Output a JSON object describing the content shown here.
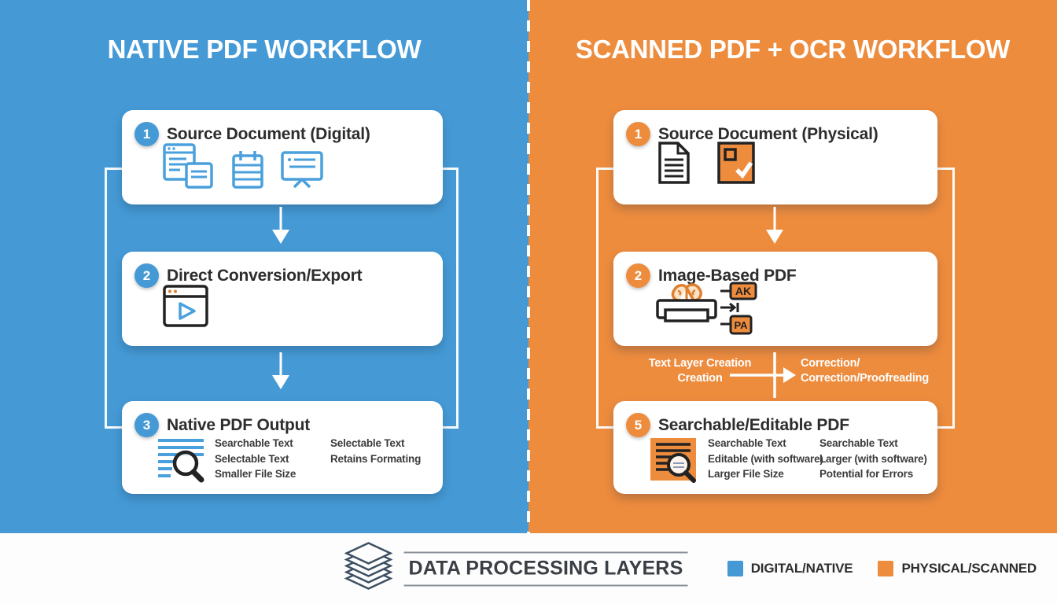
{
  "colors": {
    "blue": "#459ad6",
    "orange": "#ee8c3e"
  },
  "left": {
    "title": "NATIVE PDF WORKFLOW",
    "steps": [
      {
        "num": "1",
        "title": "Source Document (Digital)"
      },
      {
        "num": "2",
        "title": "Direct Conversion/Export"
      },
      {
        "num": "3",
        "title": "Native PDF Output",
        "features_col1": [
          "Searchable Text",
          "Selectable Text",
          "Smaller File Size"
        ],
        "features_col2": [
          "Selectable Text",
          "Retains Formating"
        ]
      }
    ]
  },
  "right": {
    "title": "SCANNED PDF + OCR WORKFLOW",
    "steps": [
      {
        "num": "1",
        "title": "Source Document (Physical)"
      },
      {
        "num": "2",
        "title": "Image-Based PDF",
        "ocr_tag_top": "AK",
        "ocr_tag_bottom": "PA"
      },
      {
        "num": "5",
        "title": "Searchable/Editable PDF",
        "features_col1": [
          "Searchable Text",
          "Editable (with software)",
          "Larger File Size"
        ],
        "features_col2": [
          "Searchable Text",
          "Larger (with software)",
          "Potential for Errors"
        ]
      }
    ],
    "between": {
      "left_line1": "Text Layer Creation",
      "left_line2": "Creation",
      "right_line1": "Correction/",
      "right_line2": "Correction/Proofreading"
    }
  },
  "footer": {
    "title": "DATA PROCESSING LAYERS",
    "legend": [
      {
        "label": "DIGITAL/NATIVE",
        "color": "#459ad6"
      },
      {
        "label": "PHYSICAL/SCANNED",
        "color": "#ee8c3e"
      }
    ]
  }
}
